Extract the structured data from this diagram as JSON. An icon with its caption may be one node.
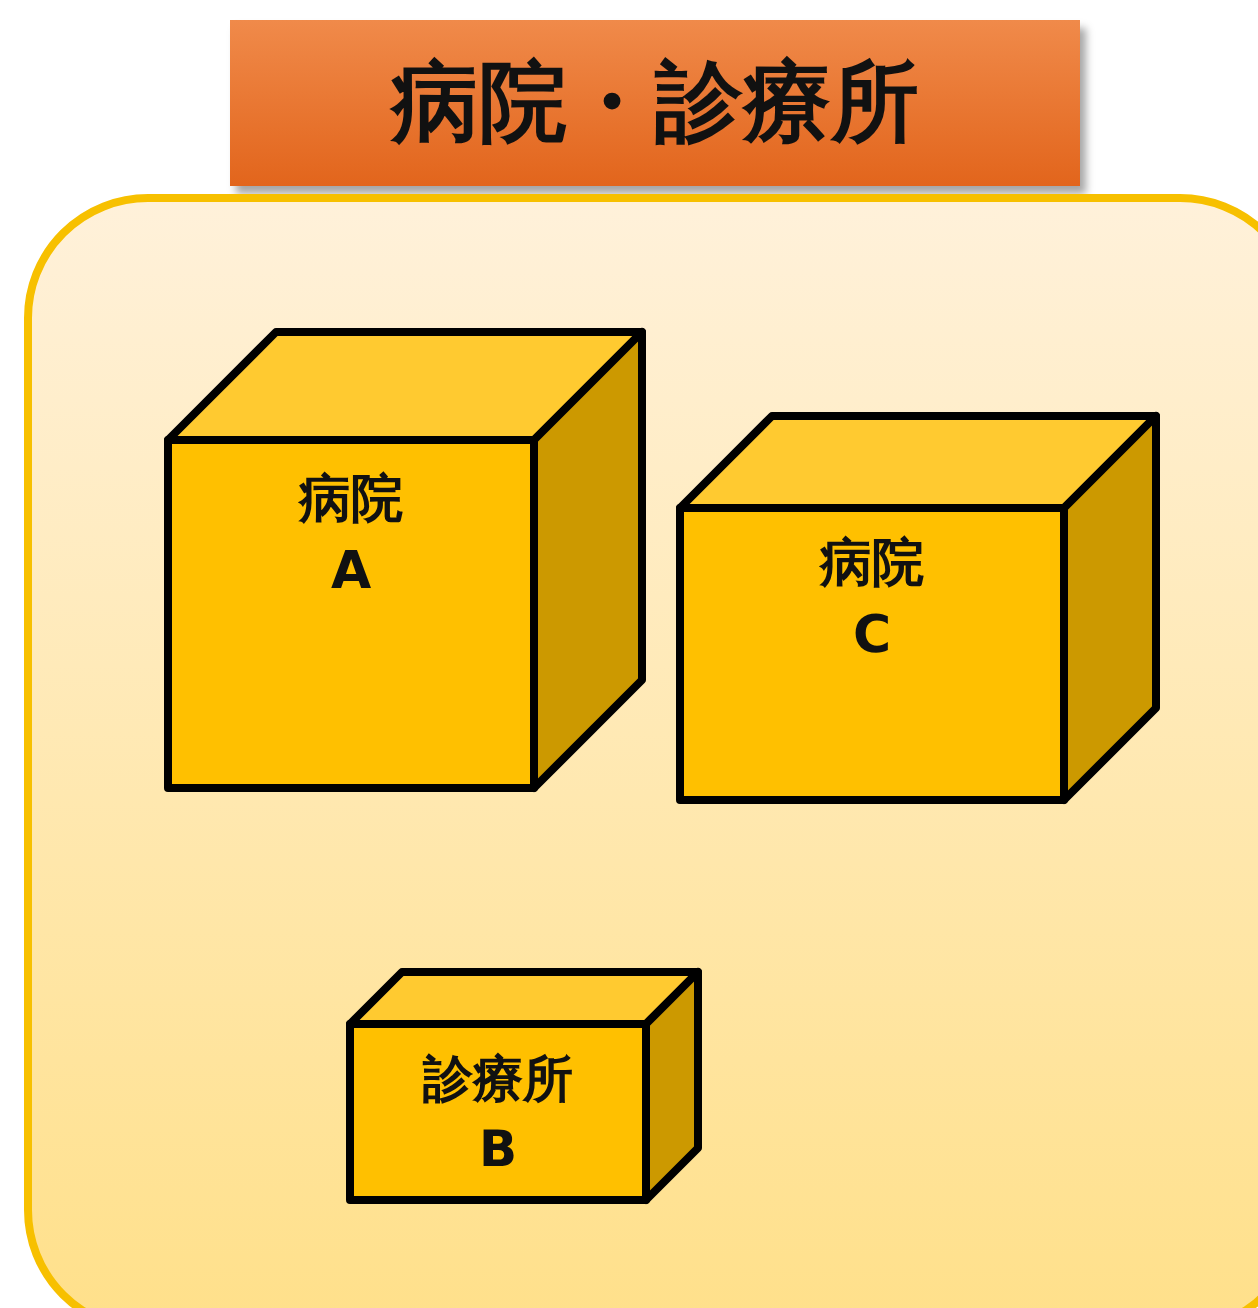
{
  "diagram": {
    "nodes": [
      {
        "text": [
          "病院・診療所"
        ]
      },
      {
        "text": [],
        "shape": "box"
      },
      {
        "text": [
          "病院",
          "A"
        ],
        "in": 1
      },
      {
        "text": [
          "病院",
          "C"
        ],
        "in": 1
      },
      {
        "text": [
          "診療所",
          "B"
        ],
        "in": 1
      }
    ]
  }
}
